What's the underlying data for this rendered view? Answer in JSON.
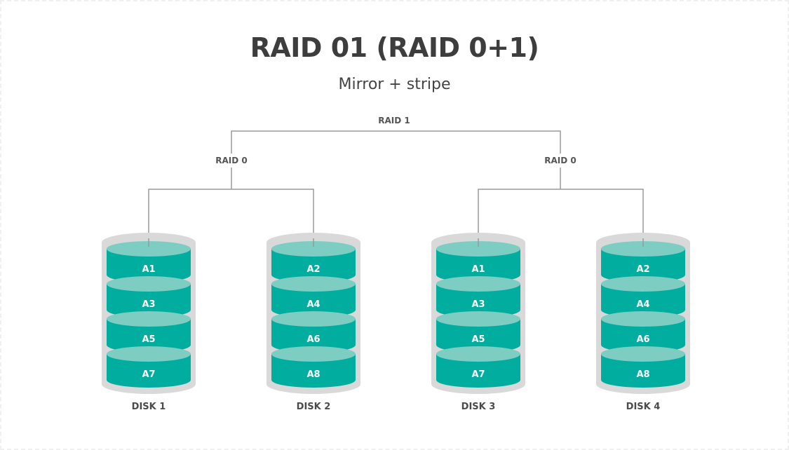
{
  "title": "RAID 01 (RAID 0+1)",
  "subtitle": "Mirror + stripe",
  "colors": {
    "platter_top": "#7dcdc3",
    "platter_body": "#00ad9e",
    "casing": "#d9d9d9",
    "line": "#9a9a9a",
    "text": "#444444"
  },
  "tree": {
    "root_label": "RAID 1",
    "groups": [
      {
        "label": "RAID 0",
        "disks": [
          0,
          1
        ]
      },
      {
        "label": "RAID 0",
        "disks": [
          2,
          3
        ]
      }
    ]
  },
  "disks": [
    {
      "label": "DISK 1",
      "blocks": [
        "A1",
        "A3",
        "A5",
        "A7"
      ]
    },
    {
      "label": "DISK 2",
      "blocks": [
        "A2",
        "A4",
        "A6",
        "A8"
      ]
    },
    {
      "label": "DISK 3",
      "blocks": [
        "A1",
        "A3",
        "A5",
        "A7"
      ]
    },
    {
      "label": "DISK 4",
      "blocks": [
        "A2",
        "A4",
        "A6",
        "A8"
      ]
    }
  ]
}
